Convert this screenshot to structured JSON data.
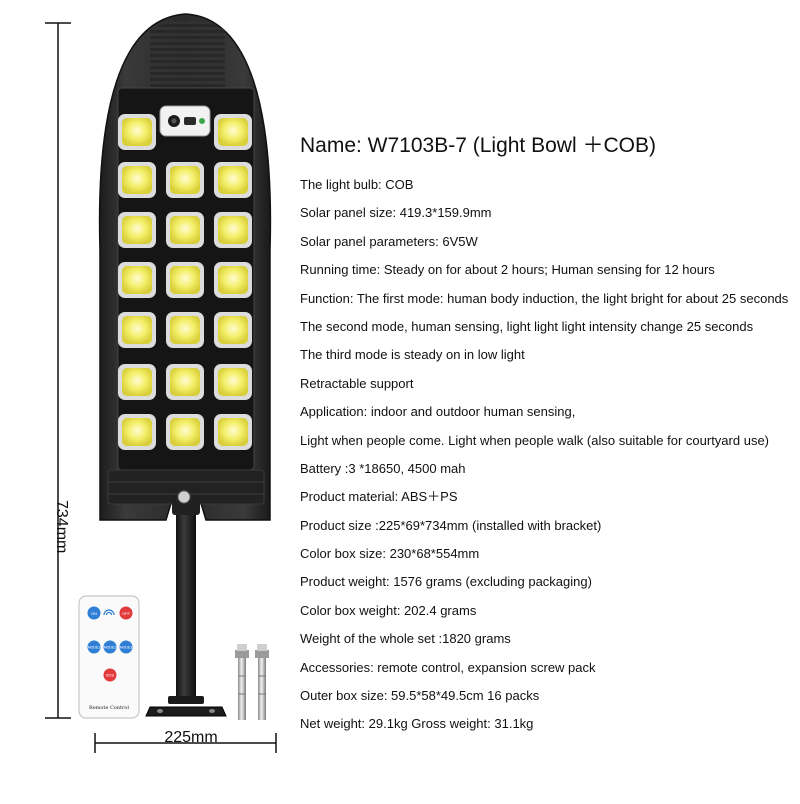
{
  "product": {
    "name": "Name: W7103B-7 (Light Bowl ＋COB)",
    "specs": [
      "The light bulb: COB",
      "Solar panel size: 419.3*159.9mm",
      "Solar panel parameters: 6V5W",
      "Running time: Steady on for about 2 hours; Human sensing for 12 hours",
      "Function: The first mode: human body induction, the light bright for about 25 seconds",
      "The second mode, human sensing, light light light intensity change 25 seconds",
      "The third mode is steady on in low light",
      "Retractable support",
      "Application: indoor and outdoor human sensing,",
      "Light when people come. Light when people walk (also suitable for courtyard use)",
      "Battery :3 *18650, 4500 mah",
      "Product material: ABS＋PS",
      "Product size :225*69*734mm (installed with bracket)",
      "Color box size: 230*68*554mm",
      "Product weight: 1576 grams (excluding packaging)",
      "Color box weight: 202.4 grams",
      "Weight of the whole set :1820 grams",
      "Accessories: remote control, expansion screw pack",
      "Outer box size: 59.5*58*49.5cm 16 packs",
      "Net weight: 29.1kg Gross weight: 31.1kg"
    ]
  },
  "dimensions": {
    "height_label": "734mm",
    "width_label": "225mm"
  },
  "remote": {
    "buttons": [
      "ON",
      "OFF",
      "MODE1",
      "MODE2",
      "MODE3",
      "SOS"
    ],
    "label": "Remote Control"
  },
  "colors": {
    "housing": "#2b2b2b",
    "led": "#f4ef6a",
    "remote_on": "#2f7fd6",
    "remote_off": "#e23a3a"
  }
}
